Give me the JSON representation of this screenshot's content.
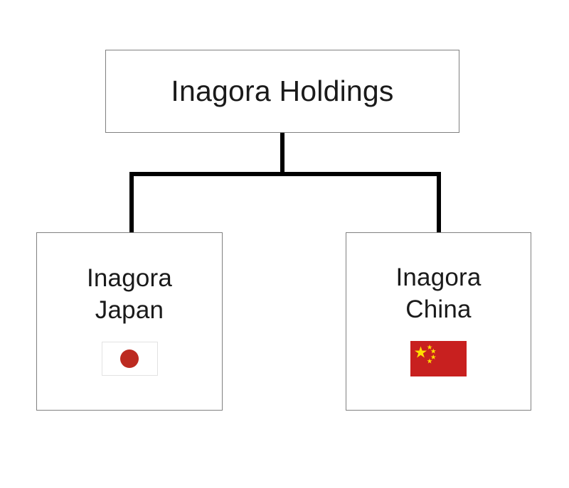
{
  "diagram": {
    "type": "organizational-chart",
    "background_color": "#ffffff",
    "box_border_color": "#808080",
    "connector_color": "#000000",
    "text_color": "#1a1a1a",
    "root": {
      "label": "Inagora Holdings"
    },
    "children": [
      {
        "label": "Inagora\nJapan",
        "flag": {
          "name": "japan-flag",
          "country": "Japan",
          "field_color": "#ffffff",
          "disc_color": "#bc2a20"
        }
      },
      {
        "label": "Inagora\nChina",
        "flag": {
          "name": "china-flag",
          "country": "China",
          "field_color": "#c8201f",
          "star_color": "#ffde00"
        }
      }
    ],
    "connectors": [
      {
        "name": "root-stem",
        "orientation": "vertical"
      },
      {
        "name": "horizontal-bus",
        "orientation": "horizontal"
      },
      {
        "name": "left-child-drop",
        "orientation": "vertical"
      },
      {
        "name": "right-child-drop",
        "orientation": "vertical"
      }
    ]
  }
}
